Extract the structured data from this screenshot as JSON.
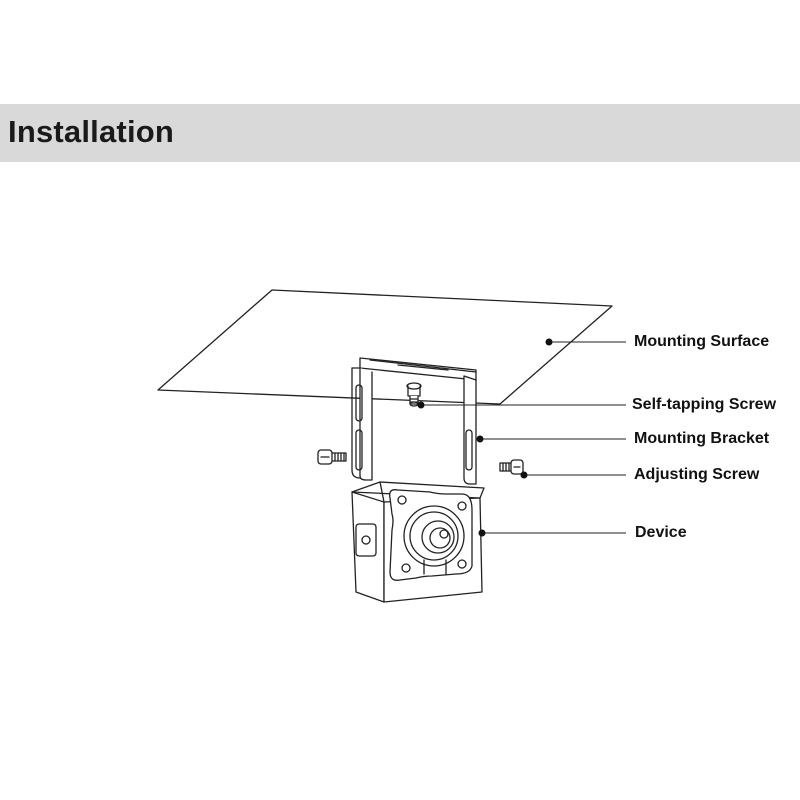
{
  "header": {
    "title": "Installation"
  },
  "callouts": [
    {
      "id": "mounting-surface",
      "label": "Mounting Surface"
    },
    {
      "id": "self-tapping-screw",
      "label": "Self-tapping Screw"
    },
    {
      "id": "mounting-bracket",
      "label": "Mounting Bracket"
    },
    {
      "id": "adjusting-screw",
      "label": "Adjusting Screw"
    },
    {
      "id": "device",
      "label": "Device"
    }
  ],
  "colors": {
    "header_bg": "#d9d9d9",
    "line": "#222222",
    "text": "#111111"
  }
}
